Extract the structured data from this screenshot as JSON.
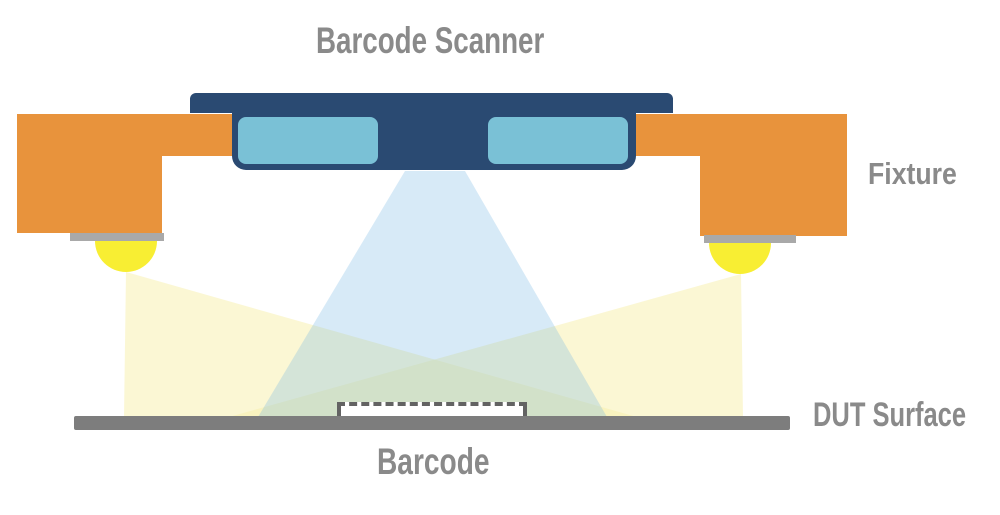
{
  "diagram": {
    "title": "Barcode Scanner",
    "labels": {
      "fixture": "Fixture",
      "dut_surface": "DUT Surface",
      "barcode": "Barcode"
    },
    "colors": {
      "scanner_body_navy": "#2A4A72",
      "scanner_window_blue": "#7AC1D6",
      "fixture_orange": "#E8933C",
      "led_yellow": "#F8EE33",
      "led_pad_gray": "#A9A9A9",
      "dut_surface_gray": "#7D7D7D",
      "label_gray": "#8A8A8A",
      "light_beam_fill": "#F7EFA9",
      "scan_cone_fill": "#6FB5E1"
    }
  }
}
